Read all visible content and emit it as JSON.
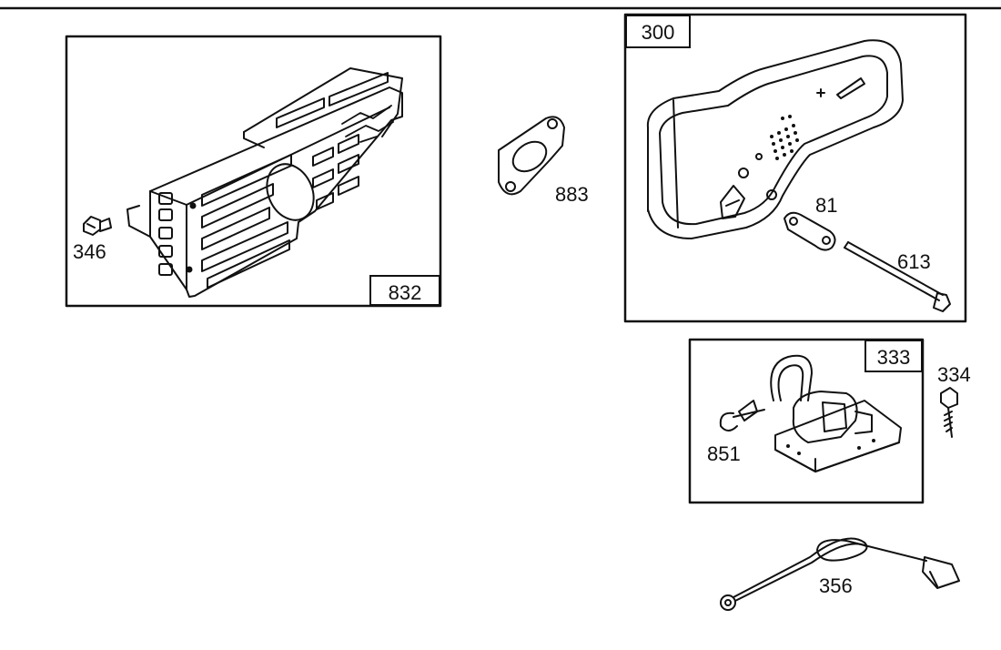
{
  "diagram": {
    "parts": {
      "heat_shield": {
        "number": "832"
      },
      "shield_screw": {
        "number": "346"
      },
      "gasket": {
        "number": "883"
      },
      "muffler": {
        "number": "300"
      },
      "lock_plate": {
        "number": "81"
      },
      "muffler_bolt": {
        "number": "613"
      },
      "armature": {
        "number": "333"
      },
      "armature_screw": {
        "number": "334"
      },
      "spark_plug_wire": {
        "number": "851"
      },
      "ground_wire": {
        "number": "356"
      }
    }
  }
}
